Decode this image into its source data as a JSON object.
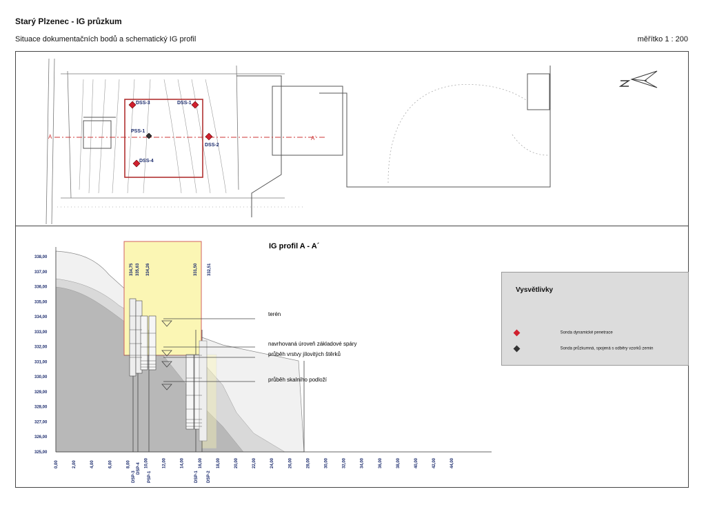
{
  "header": {
    "title": "Starý Plzenec - IG průzkum",
    "subtitle": "Situace dokumentačních bodů a schematický IG profil",
    "scale": "měřítko 1 : 200"
  },
  "plan": {
    "section_start": "A",
    "section_end": "A´",
    "points": [
      {
        "label": "DSS-3",
        "type": "dynamic"
      },
      {
        "label": "DSS-1",
        "type": "dynamic"
      },
      {
        "label": "PSS-1",
        "type": "survey"
      },
      {
        "label": "DSS-2",
        "type": "dynamic"
      },
      {
        "label": "DSS-4",
        "type": "dynamic"
      }
    ],
    "colors": {
      "dynamic": "#d0202e",
      "survey": "#333333",
      "building": "#b03030",
      "section_line": "#cc3333"
    }
  },
  "profile": {
    "title": "IG profil A - A´",
    "y_ticks": [
      "338,00",
      "337,00",
      "336,00",
      "335,00",
      "334,00",
      "333,00",
      "332,00",
      "331,00",
      "330,00",
      "329,00",
      "328,00",
      "327,00",
      "326,00",
      "325,00"
    ],
    "x_ticks": [
      "0,00",
      "2,00",
      "4,00",
      "6,00",
      "8,00",
      "10,00",
      "12,00",
      "14,00",
      "16,00",
      "18,00",
      "20,00",
      "22,00",
      "24,00",
      "26,00",
      "28,00",
      "30,00",
      "32,00",
      "34,00",
      "36,00",
      "38,00",
      "40,00",
      "42,00",
      "44,00"
    ],
    "probe_tops": [
      "334,75",
      "335,63",
      "334,26",
      "331,50",
      "332,51"
    ],
    "probe_labels": [
      "DSP-3",
      "DSP-4",
      "PSP-1",
      "DSP-1",
      "DSP-2"
    ],
    "annotations": {
      "terrain": "terén",
      "foundation": "navrhovaná úroveň základové spáry",
      "gravel": "průběh vrstvy jílovitých štěrků",
      "bedrock": "průběh skalního podloží"
    }
  },
  "legend": {
    "title": "Vysvětlivky",
    "items": [
      {
        "label": "Sonda dynamické penetrace",
        "color": "#d0202e"
      },
      {
        "label": "Sonda průzkumná, spojená s odběry vzorků zemin",
        "color": "#333333"
      }
    ]
  }
}
